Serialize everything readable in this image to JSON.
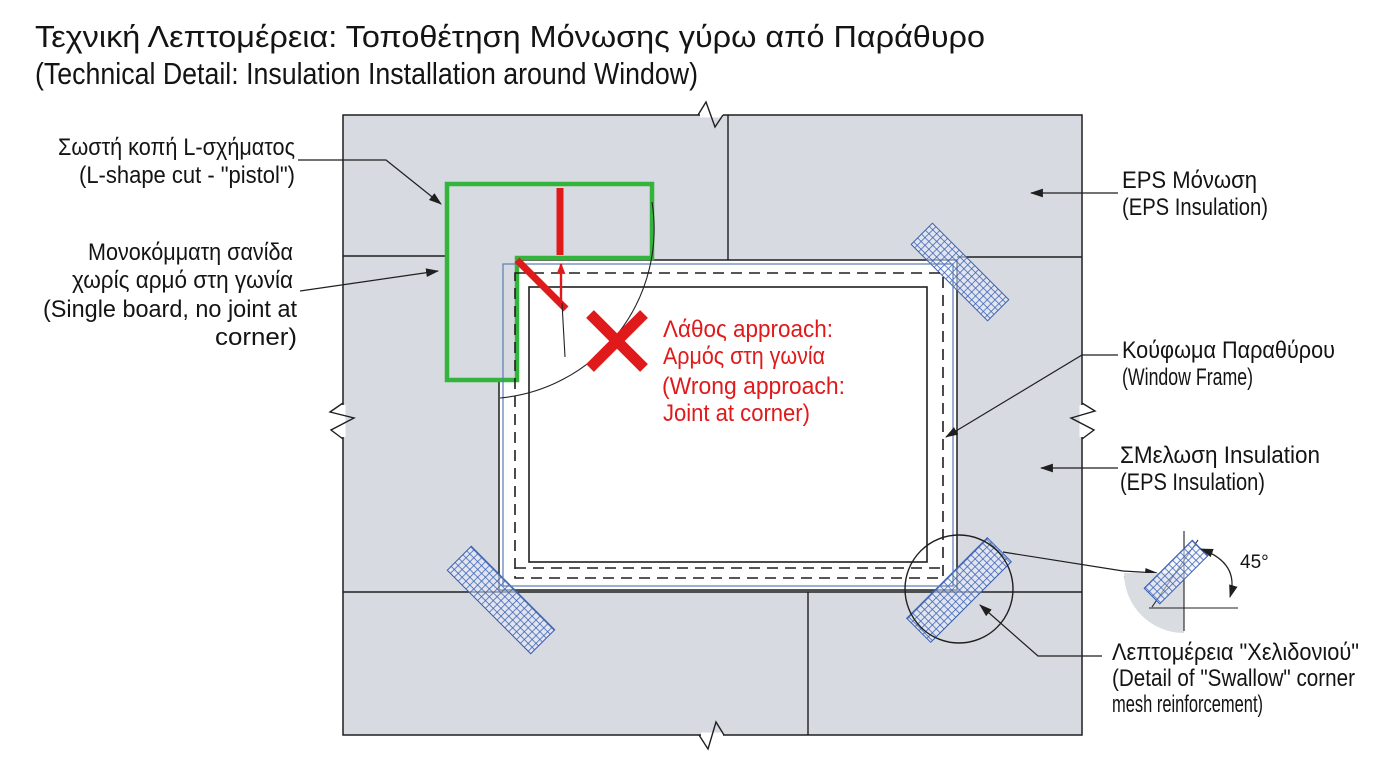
{
  "title": {
    "line1": "Τεχνική Λεπτομέρεια: Τοποθέτηση Μόνωσης γύρω από Παράθυρο",
    "line2": "(Technical Detail: Insulation Installation around Window)"
  },
  "labels": {
    "l_shape_cut": {
      "lines": [
        "Σωστή κοπή L-σχήματος",
        "(L-shape cut - \"pistol\")"
      ]
    },
    "single_board": {
      "lines": [
        "Μονοκόμματη σανίδα",
        "χωρίς αρμό στη γωνία",
        "(Single board, no joint at",
        "corner)"
      ]
    },
    "eps_top": {
      "lines": [
        "EPS Μόνωση",
        "(EPS Insulation)"
      ]
    },
    "window_frame": {
      "lines": [
        "Κούφωμα Παραθύρου",
        "(Window Frame)"
      ]
    },
    "eps_right": {
      "lines": [
        "ΣΜελωση Insulation",
        "(EPS Insulation)"
      ]
    },
    "swallow_detail": {
      "lines": [
        "Λεπτομέρεια \"Χελιδονιού\"",
        "(Detail of \"Swallow\" corner",
        "mesh reinforcement)"
      ]
    }
  },
  "wrong_note": {
    "lines": [
      "Λάθος approach:",
      "Αρμός στη γωνία",
      "(Wrong approach:",
      "Joint at corner)"
    ]
  },
  "angle_detail": {
    "label": "45°"
  },
  "colors": {
    "insulation_fill": "#d7dae0",
    "correct_green": "#33b43c",
    "wrong_red": "#e01a1a",
    "mesh_blue": "#3a5fb2",
    "line_dark": "#1f1f1f"
  }
}
